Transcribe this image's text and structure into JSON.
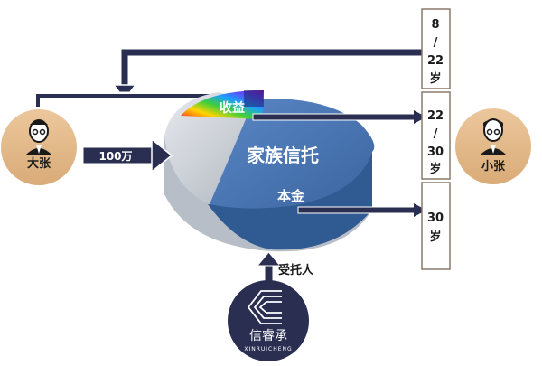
{
  "diagram": {
    "settlor": {
      "name": "大张"
    },
    "beneficiary": {
      "name": "小张"
    },
    "amount_label": "100万",
    "trust_label": "家族信托",
    "income_label": "收益",
    "principal_label": "本金",
    "trustee_label": "受托人",
    "age_boxes": [
      {
        "top": "8",
        "sep": "/",
        "bottom": "22",
        "unit": "岁"
      },
      {
        "top": "22",
        "sep": "/",
        "bottom": "30",
        "unit": "岁"
      },
      {
        "top": "30",
        "unit": "岁"
      }
    ],
    "logo": {
      "name": "信睿承",
      "sub": "XINRUICHENG"
    }
  },
  "colors": {
    "navy": "#2a2f52",
    "circle_tan": "#e2b98a",
    "pie_blue": "#4a78b7",
    "pie_grey": "#c9ced6",
    "box_border": "#8a7a6a"
  }
}
